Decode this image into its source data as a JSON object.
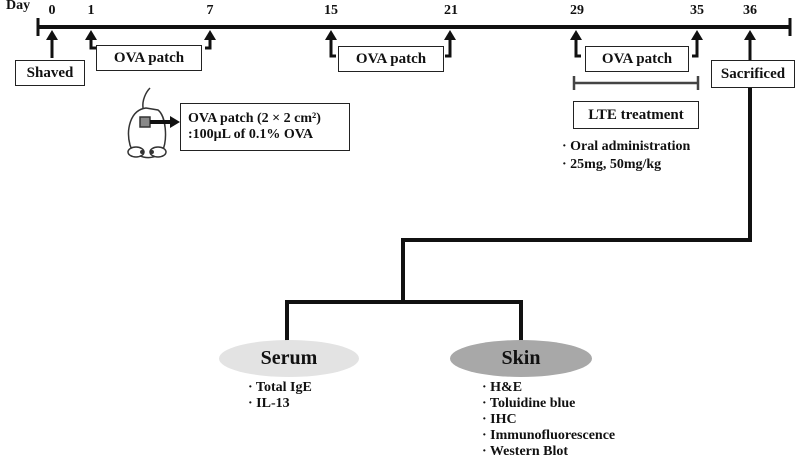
{
  "timeline": {
    "axis_label": "Day",
    "days": [
      {
        "label": "0"
      },
      {
        "label": "1"
      },
      {
        "label": "7"
      },
      {
        "label": "15"
      },
      {
        "label": "21"
      },
      {
        "label": "29"
      },
      {
        "label": "35"
      },
      {
        "label": "36"
      }
    ]
  },
  "boxes": {
    "shaved": "Shaved",
    "patch1": "OVA patch",
    "patch2": "OVA patch",
    "patch3": "OVA patch",
    "sacrificed": "Sacrificed",
    "lte": "LTE treatment"
  },
  "patch_info": {
    "line1": "OVA patch (2 × 2 cm²)",
    "line2": ":100μL of 0.1% OVA"
  },
  "lte_notes": [
    "· Oral administration",
    "· 25mg, 50mg/kg"
  ],
  "serum": {
    "title": "Serum",
    "color": "#e3e3e3",
    "items": [
      "· Total IgE",
      "· IL-13"
    ]
  },
  "skin": {
    "title": "Skin",
    "color": "#a8a8a8",
    "items": [
      "· H&E",
      "· Toluidine blue",
      "· IHC",
      "· Immunofluorescence",
      "· Western Blot"
    ]
  }
}
